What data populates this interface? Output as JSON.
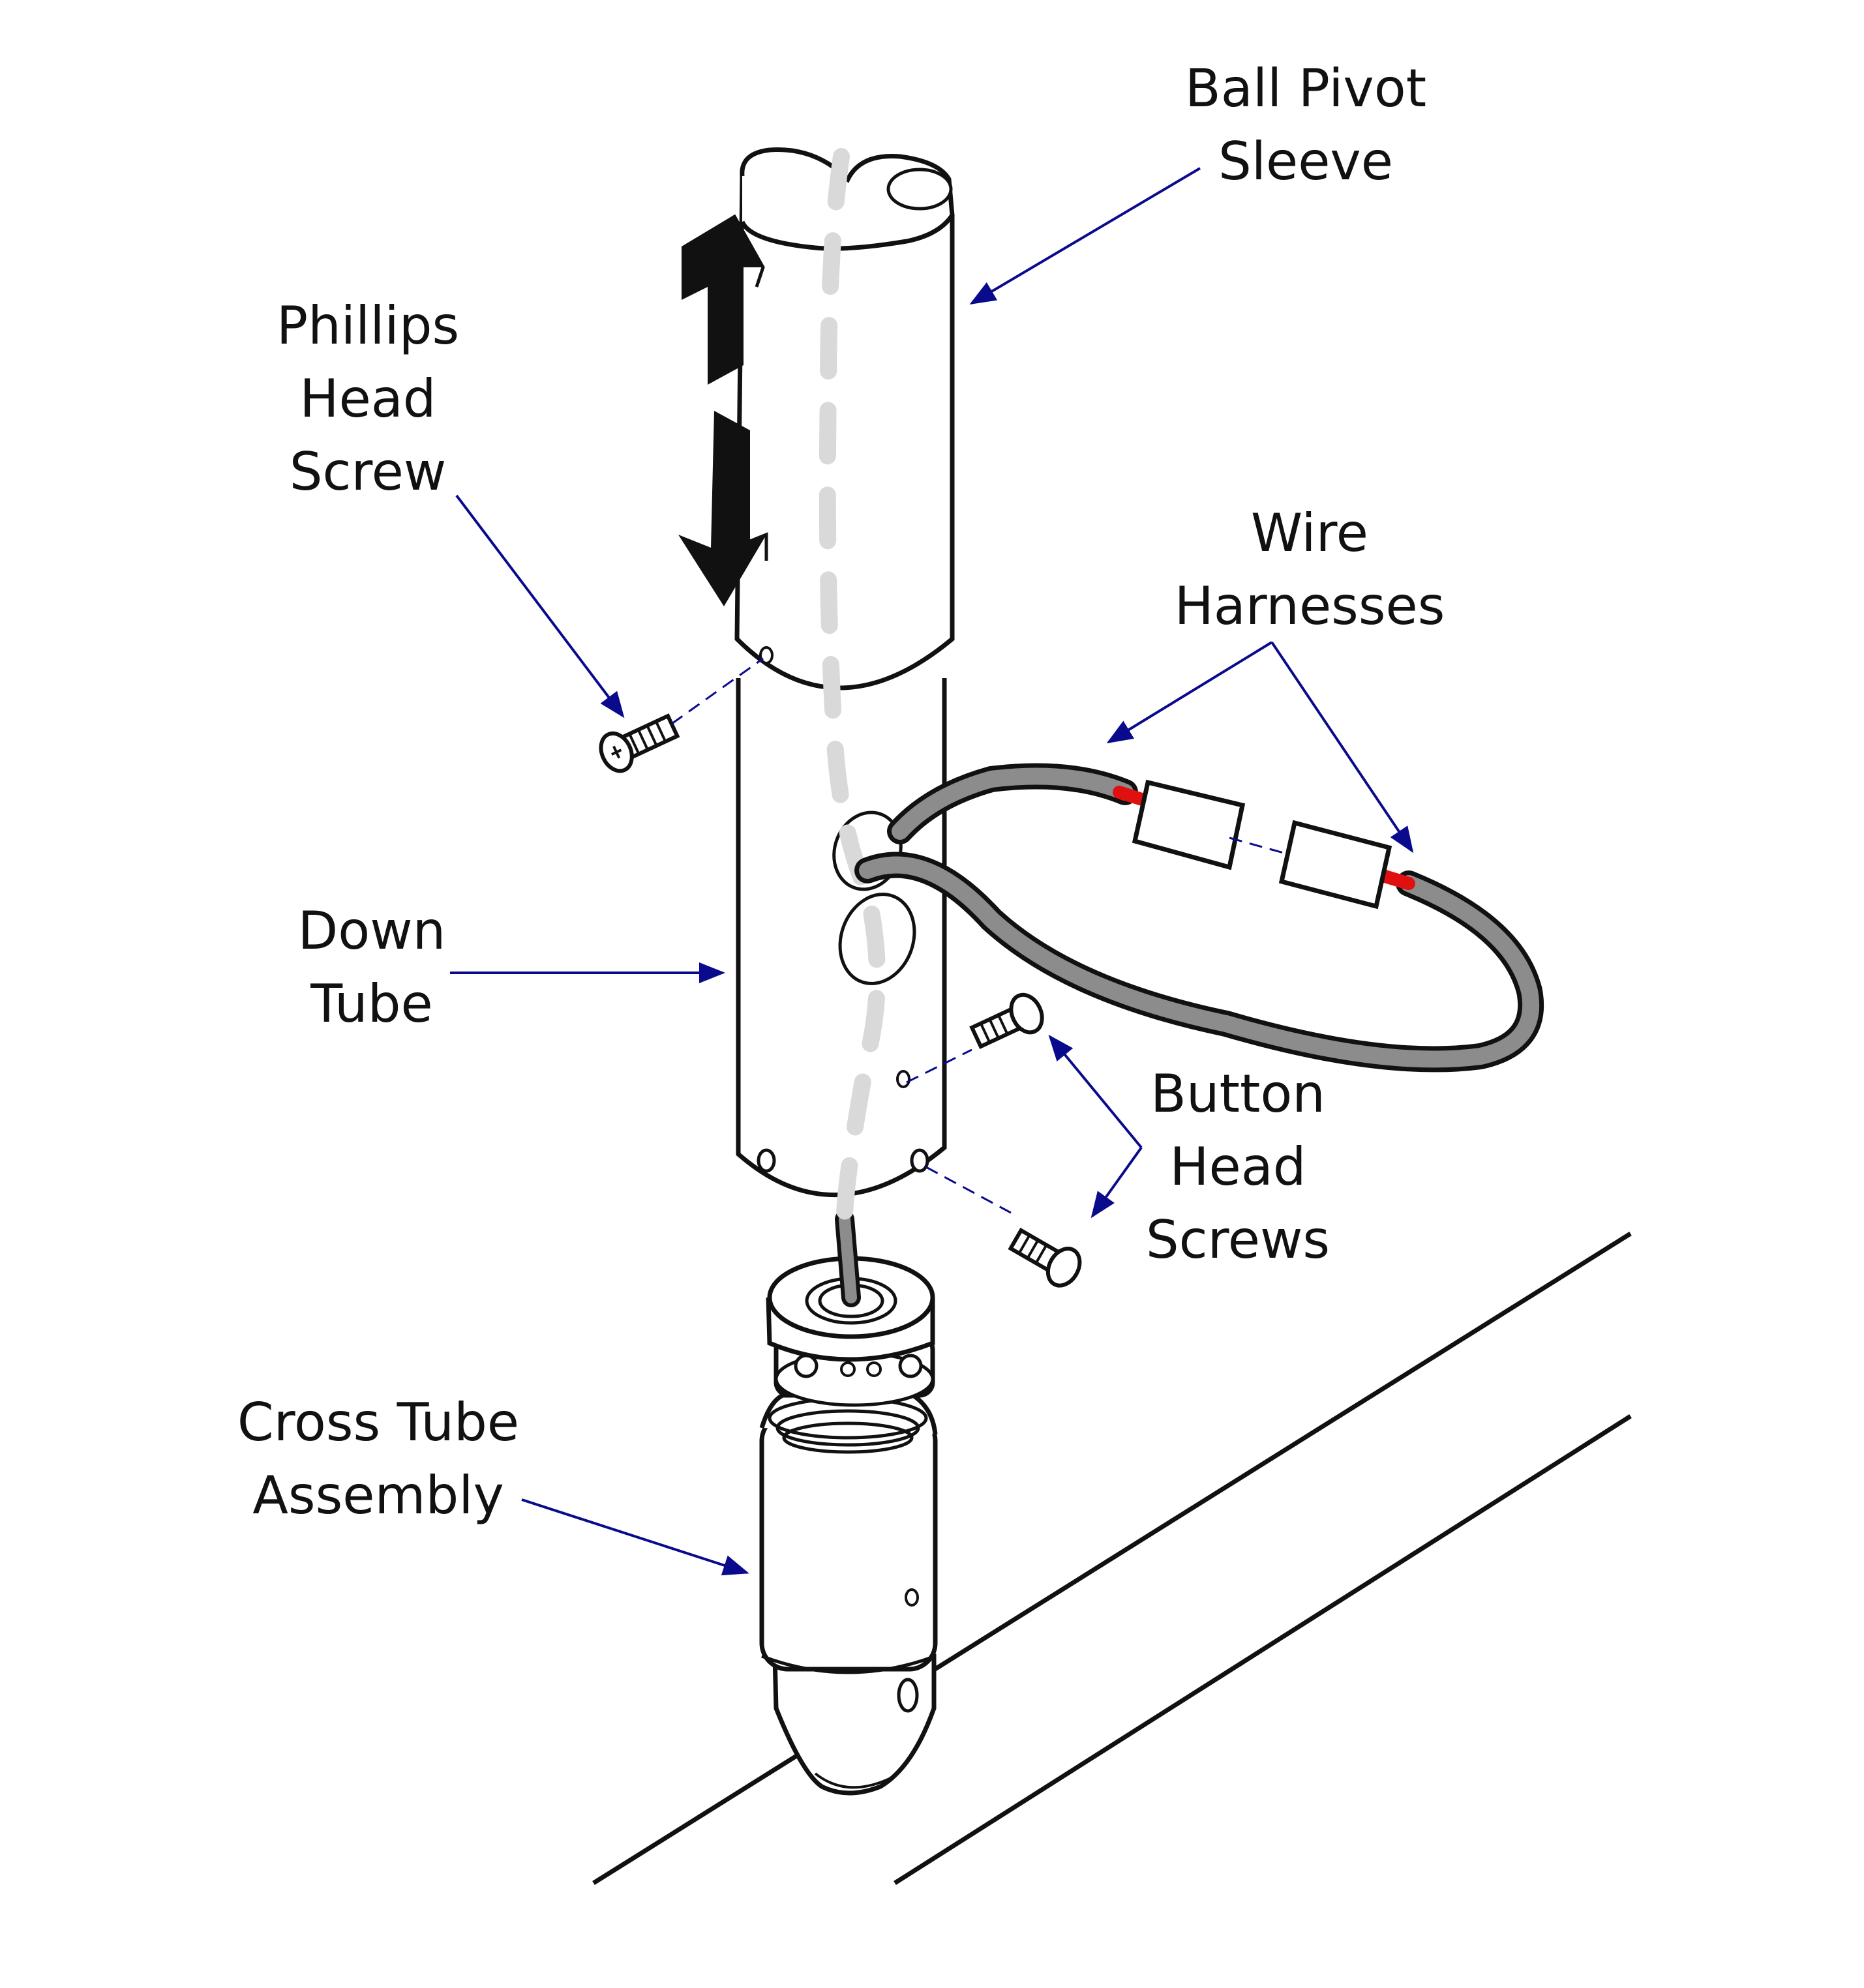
{
  "labels": {
    "ball_pivot_sleeve": [
      "Ball Pivot",
      "Sleeve"
    ],
    "phillips_head_screw": [
      "Phillips",
      "Head",
      "Screw"
    ],
    "wire_harnesses": [
      "Wire",
      "Harnesses"
    ],
    "down_tube": [
      "Down",
      "Tube"
    ],
    "button_head_screws": [
      "Button",
      "Head",
      "Screws"
    ],
    "cross_tube_assembly": [
      "Cross Tube",
      "Assembly"
    ]
  },
  "colors": {
    "leader_arrow": "#0a0a8c",
    "outline": "#111111",
    "cable": "#8c8c8c",
    "wire_red": "#e01010",
    "dashed_wire": "#d9d9d9",
    "motion_arrow": "#111111"
  }
}
